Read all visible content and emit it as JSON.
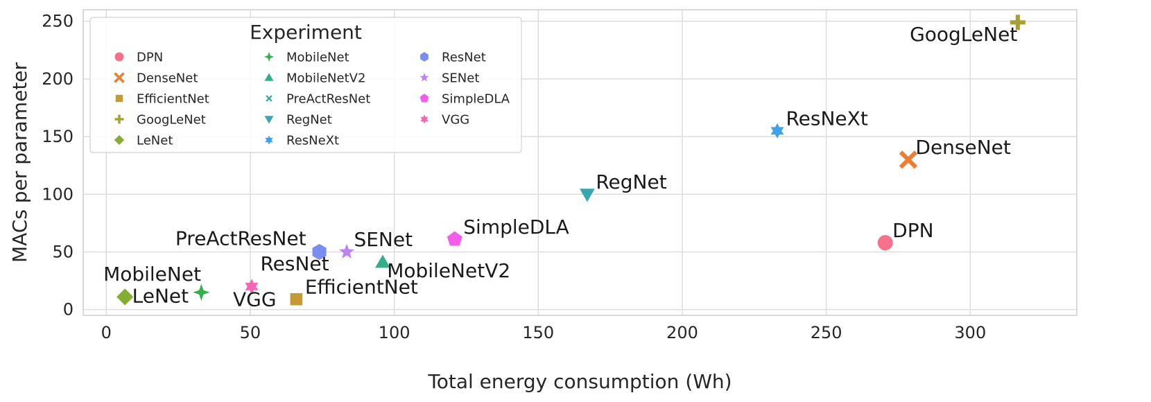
{
  "chart_data": {
    "type": "scatter",
    "xlabel": "Total energy consumption (Wh)",
    "ylabel": "MACs per parameter",
    "xlim": [
      -8,
      337
    ],
    "ylim": [
      -5,
      260
    ],
    "xticks": [
      0,
      50,
      100,
      150,
      200,
      250,
      300
    ],
    "yticks": [
      0,
      50,
      100,
      150,
      200,
      250
    ],
    "grid": true,
    "legend": {
      "title": "Experiment",
      "placement": "top-left",
      "columns": 3
    },
    "series": [
      {
        "name": "DPN",
        "x": 270.5,
        "y": 58,
        "color": "#f77189",
        "marker": "circle"
      },
      {
        "name": "DenseNet",
        "x": 278.5,
        "y": 130,
        "color": "#ec7e32",
        "marker": "x"
      },
      {
        "name": "EfficientNet",
        "x": 66,
        "y": 9,
        "color": "#c49a35",
        "marker": "square"
      },
      {
        "name": "GoogLeNet",
        "x": 316.5,
        "y": 249,
        "color": "#a9a035",
        "marker": "plus"
      },
      {
        "name": "LeNet",
        "x": 6.5,
        "y": 11,
        "color": "#84ad33",
        "marker": "diamond"
      },
      {
        "name": "MobileNet",
        "x": 33,
        "y": 15,
        "color": "#33b04a",
        "marker": "star4"
      },
      {
        "name": "MobileNetV2",
        "x": 96,
        "y": 41,
        "color": "#36ad8a",
        "marker": "triangle-up"
      },
      {
        "name": "PreActResNet",
        "x": 74,
        "y": 50,
        "color": "#38aa9d",
        "marker": "x-small"
      },
      {
        "name": "RegNet",
        "x": 167,
        "y": 100,
        "color": "#3aa6b0",
        "marker": "triangle-down"
      },
      {
        "name": "ResNeXt",
        "x": 233,
        "y": 155,
        "color": "#3ba3ec",
        "marker": "star6"
      },
      {
        "name": "ResNet",
        "x": 74,
        "y": 50,
        "color": "#7b8ef0",
        "marker": "hexagon"
      },
      {
        "name": "SENet",
        "x": 83.5,
        "y": 50,
        "color": "#bb83f4",
        "marker": "star5"
      },
      {
        "name": "SimpleDLA",
        "x": 121,
        "y": 61,
        "color": "#f45deb",
        "marker": "pentagon"
      },
      {
        "name": "VGG",
        "x": 50.5,
        "y": 20,
        "color": "#f565b5",
        "marker": "star6"
      }
    ],
    "labels": [
      {
        "text": "DPN",
        "x": 273,
        "y": 63
      },
      {
        "text": "DenseNet",
        "x": 281,
        "y": 135
      },
      {
        "text": "GoogLeNet",
        "x": 279,
        "y": 233
      },
      {
        "text": "ResNeXt",
        "x": 236,
        "y": 160
      },
      {
        "text": "RegNet",
        "x": 170,
        "y": 105
      },
      {
        "text": "SimpleDLA",
        "x": 124,
        "y": 66
      },
      {
        "text": "MobileNetV2",
        "x": 97.5,
        "y": 28
      },
      {
        "text": "SENet",
        "x": 86,
        "y": 55
      },
      {
        "text": "ResNet",
        "x": 53.5,
        "y": 34
      },
      {
        "text": "PreActResNet",
        "x": 24,
        "y": 56
      },
      {
        "text": "EfficientNet",
        "x": 69,
        "y": 14
      },
      {
        "text": "VGG",
        "x": 44,
        "y": 3
      },
      {
        "text": "MobileNet",
        "x": -1,
        "y": 25
      },
      {
        "text": "LeNet",
        "x": 9,
        "y": 6
      }
    ]
  }
}
